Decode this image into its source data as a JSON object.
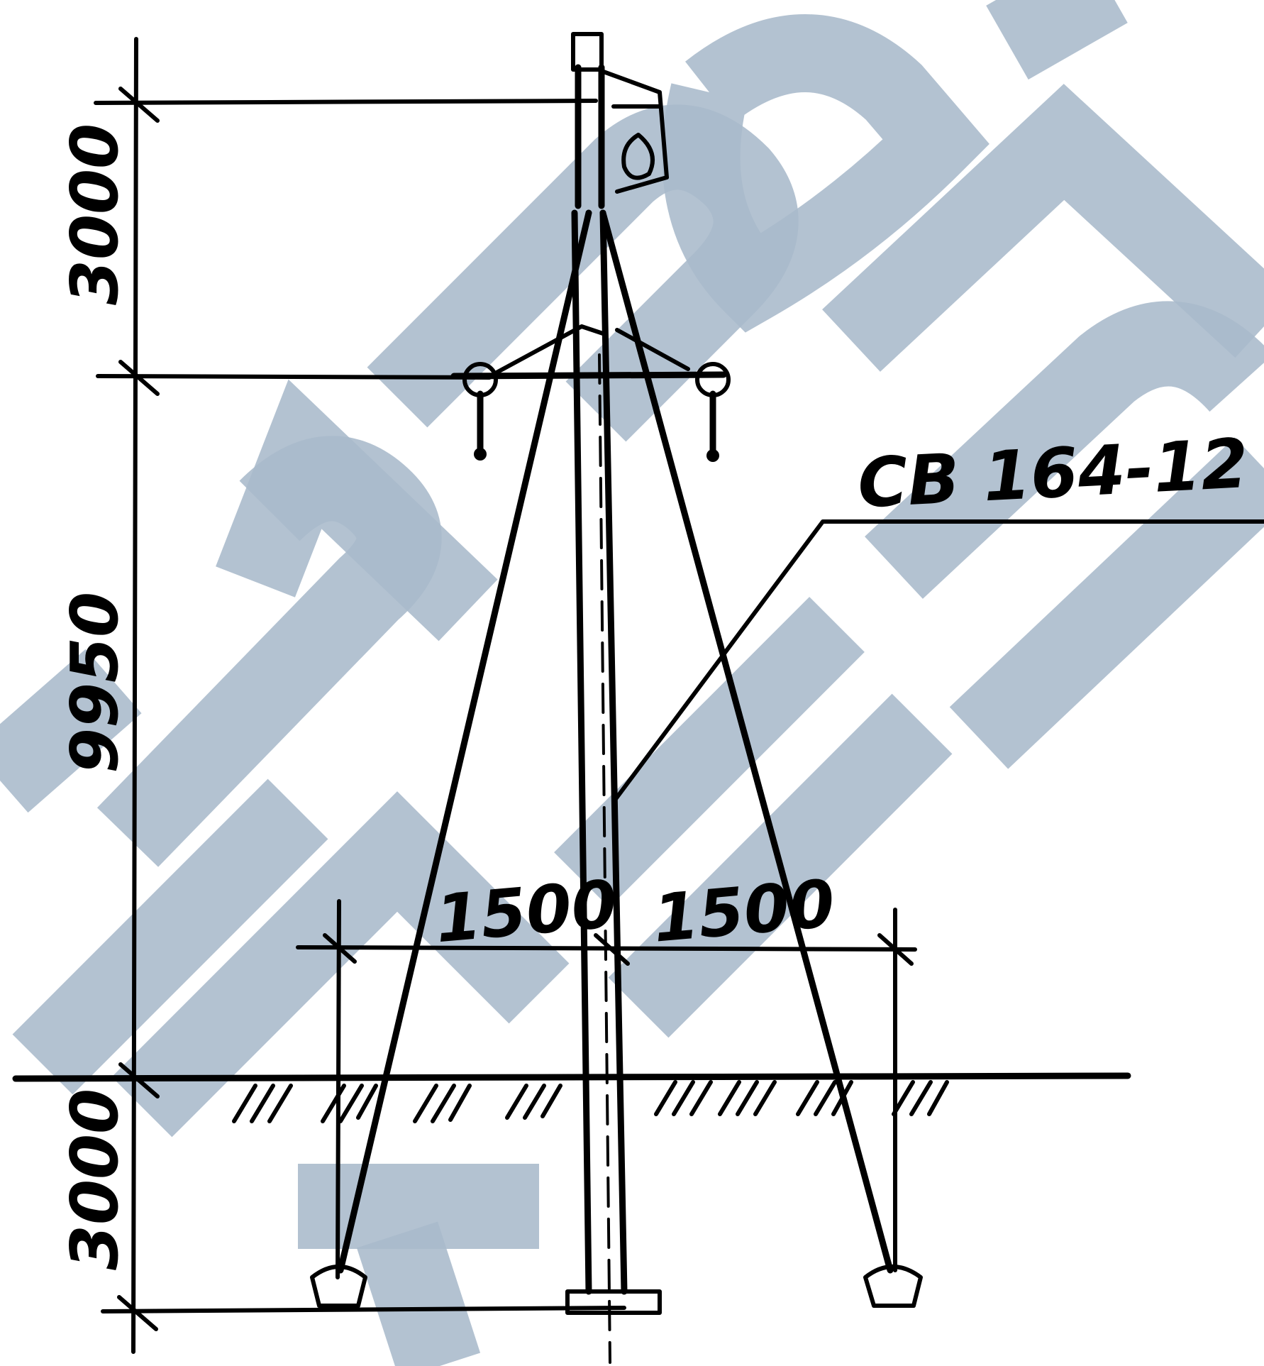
{
  "dimensions": {
    "top_height": "3000",
    "mid_height": "9950",
    "below_ground": "3000",
    "spread_left": "1500",
    "spread_right": "1500"
  },
  "callout": {
    "label": "СВ 164-12"
  },
  "watermark": {
    "color": "#A9B9CB"
  }
}
